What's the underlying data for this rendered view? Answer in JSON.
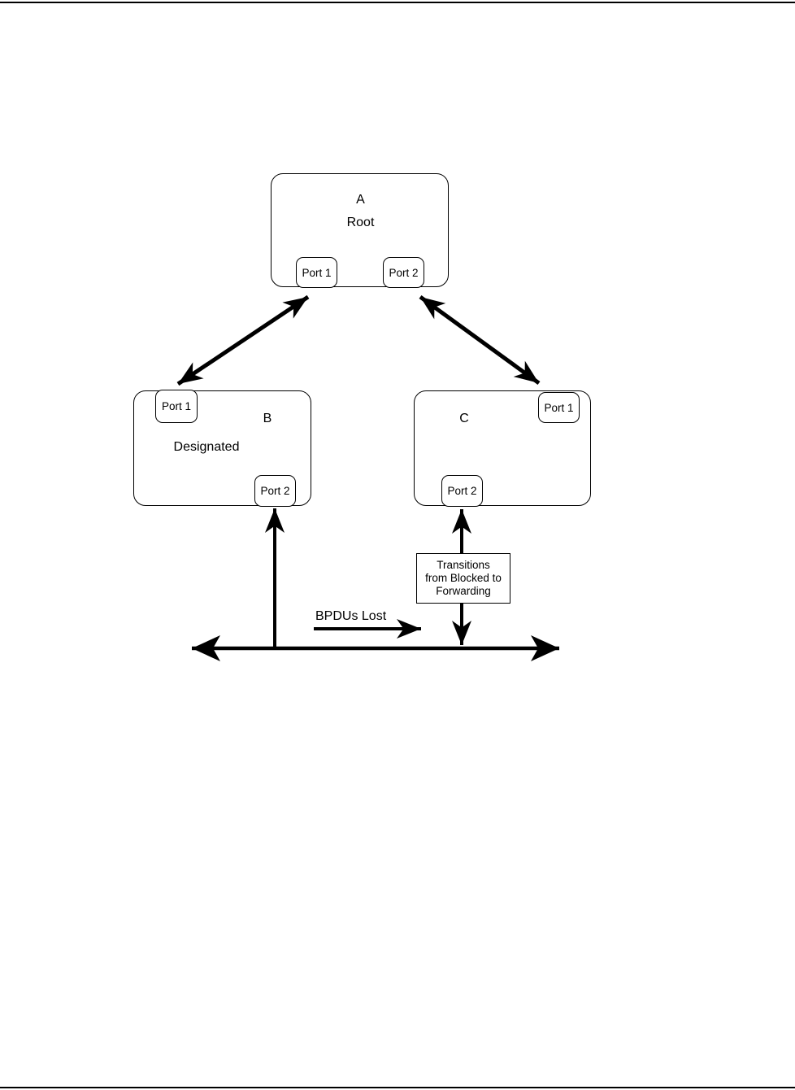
{
  "page": {
    "background": "#ffffff",
    "rule_color": "#000000"
  },
  "diagram": {
    "switches": [
      {
        "name": "A",
        "role": "Root",
        "ports": [
          "Port 1",
          "Port 2"
        ]
      },
      {
        "name": "B",
        "role": "Designated",
        "ports": [
          "Port 1",
          "Port 2"
        ]
      },
      {
        "name": "C",
        "role": "",
        "ports": [
          "Port 1",
          "Port 2"
        ]
      }
    ],
    "labels": {
      "bpdus_lost": "BPDUs Lost",
      "transition_lines": [
        "Transitions",
        "from Blocked to",
        "Forwarding"
      ]
    },
    "colors": {
      "stroke": "#000000",
      "box_border": "#000000",
      "box_fill": "#ffffff"
    }
  }
}
